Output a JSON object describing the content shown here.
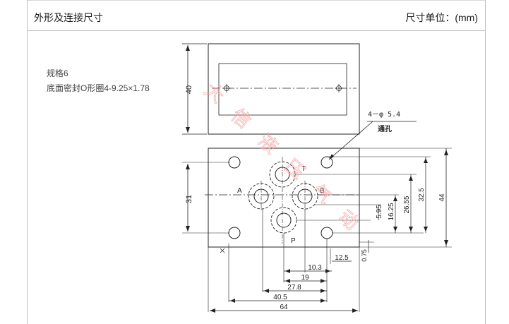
{
  "header": {
    "title": "外形及连接尺寸",
    "unit": "尺寸单位：(mm)"
  },
  "spec": {
    "size_line": "规格6",
    "seal_line": "底面密封O形圈4-9.25×1.78"
  },
  "drawing": {
    "top_view_height": "40",
    "hole_spec": "4－φ 5.4",
    "through_hole": "通孔",
    "port_t": "T",
    "port_a": "A",
    "port_b": "B",
    "port_p": "P",
    "dim_31": "31",
    "dim_5_95": "5.95",
    "dim_16_25": "16.25",
    "dim_26_55": "26.55",
    "dim_32_5": "32.5",
    "dim_44": "44",
    "dim_0_75": "0.75",
    "dim_12_5": "12.5",
    "dim_10_3": "10.3",
    "dim_19": "19",
    "dim_27_8": "27.8",
    "dim_40_5": "40.5",
    "dim_64": "64"
  },
  "watermark": {
    "chars": [
      "大",
      "信",
      "液",
      "压",
      "气",
      "动"
    ],
    "color": "#f2a3a3"
  }
}
